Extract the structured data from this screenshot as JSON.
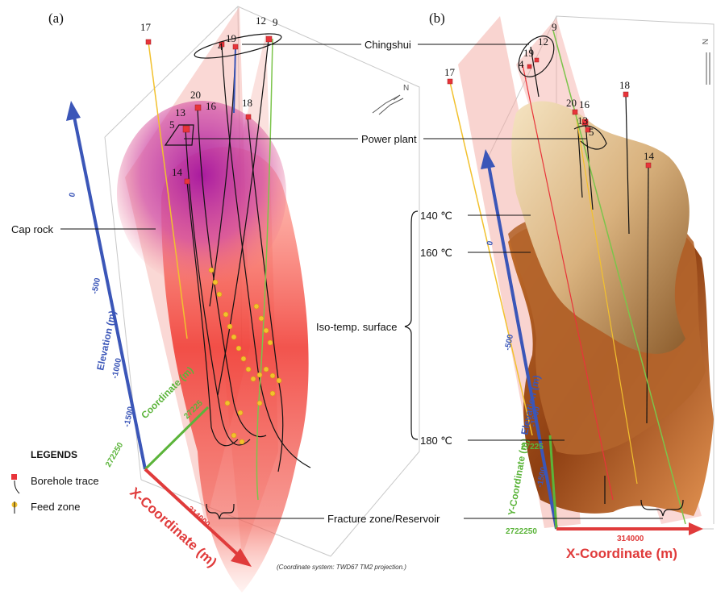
{
  "panels": {
    "a": "(a)",
    "b": "(b)"
  },
  "boreholes_a": [
    "17",
    "12",
    "9",
    "4",
    "19",
    "20",
    "16",
    "18",
    "13",
    "5",
    "14"
  ],
  "boreholes_b": [
    "9",
    "12",
    "19",
    "4",
    "17",
    "20",
    "16",
    "13",
    "5",
    "18",
    "14"
  ],
  "callouts": {
    "chingshui": "Chingshui",
    "power_plant": "Power plant",
    "cap_rock": "Cap rock",
    "iso_temp": "Iso-temp. surface",
    "t140": "140 ℃",
    "t160": "160 ℃",
    "t180": "180 ℃",
    "fracture": "Fracture zone/Reservoir"
  },
  "legend": {
    "title": "LEGENDS",
    "borehole": "Borehole trace",
    "feed": "Feed zone"
  },
  "axes_a": {
    "x_title": "X-Coordinate (m)",
    "x_tick": "314000",
    "y_title": "Coordinate (m)",
    "y_tick": "27225",
    "y_tick2": "272250",
    "e_title": "Elevation (m)",
    "e_tick0": "0",
    "e_tick1": "-500",
    "e_tick2": "-1000",
    "e_tick3": "-1500"
  },
  "axes_b": {
    "x_title": "X-Coordinate (m)",
    "x_tick": "314000",
    "y_title": "Y-Coordinate (m)",
    "y_tick": "27225",
    "y_tick2": "2722250",
    "e_title": "Elevation (m)",
    "e_tick0": "0",
    "e_tick1": "-500",
    "e_tick2": "-1000",
    "e_tick3": "-1500"
  },
  "north": "N",
  "note": "(Coordinate system: TWD67 TM2 projection.)",
  "colors": {
    "borehole": "#e8343a",
    "feed": "#f2c12e",
    "x_axis": "#e03b3b",
    "y_axis": "#5bb43a",
    "e_axis": "#3b56b8",
    "cap_rock": "#b01aa8",
    "reservoir": "#f4493a",
    "fault_plane": "#f2a09a"
  }
}
